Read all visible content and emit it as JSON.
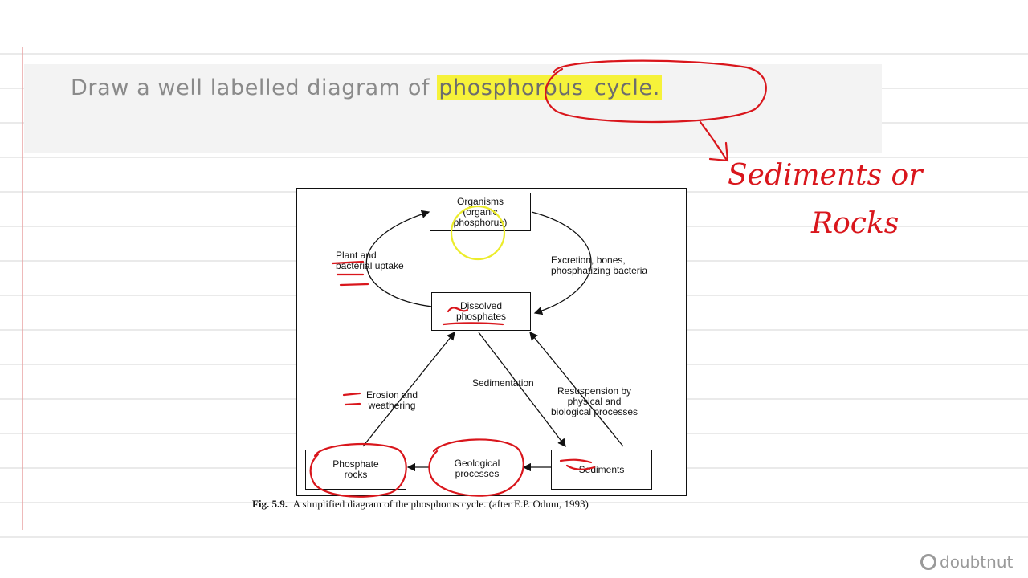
{
  "question": {
    "prefix": "Draw a well labelled diagram of ",
    "highlight": "phosphorous",
    "suffix": " cycle."
  },
  "diagram": {
    "nodes": {
      "organisms": "Organisms\n(organic\nphosphorus)",
      "dissolved": "Dissolved\nphosphates",
      "phosphate_rocks": "Phosphate\nrocks",
      "geological": "Geological\nprocesses",
      "sediments": "Sediments"
    },
    "edges": {
      "uptake": "Plant and\nbacterial uptake",
      "excretion": "Excretion, bones,\nphosphatizing bacteria",
      "erosion": "Erosion and\nweathering",
      "sedimentation": "Sedimentation",
      "resuspension": "Resuspension by\nphysical and\nbiological processes"
    },
    "caption_fig": "Fig. 5.9.",
    "caption_text": "A simplified diagram of the phosphorus cycle. (after E.P. Odum, 1993)"
  },
  "handwritten_note": {
    "line1": "Sediments or",
    "line2": "Rocks"
  },
  "brand": "doubtnut",
  "colors": {
    "annotation_red": "#d9161c",
    "highlight_yellow": "#f6f23a",
    "circle_yellow": "#ecec2a"
  }
}
